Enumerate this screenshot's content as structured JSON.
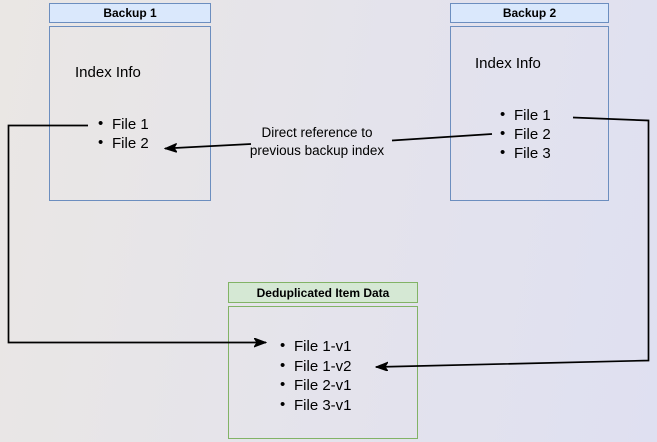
{
  "colors": {
    "blue_fill": "#dae8fc",
    "blue_border": "#6c8ebf",
    "green_fill": "#d5e8d4",
    "green_border": "#82b366",
    "arrow": "#000000"
  },
  "backup1": {
    "title": "Backup 1",
    "section_label": "Index Info",
    "files": [
      "File 1",
      "File 2"
    ]
  },
  "backup2": {
    "title": "Backup 2",
    "section_label": "Index Info",
    "files": [
      "File 1",
      "File 2",
      "File 3"
    ]
  },
  "dedup_store": {
    "title": "Deduplicated Item Data",
    "files": [
      "File 1-v1",
      "File 1-v2",
      "File 2-v1",
      "File 3-v1"
    ]
  },
  "edge_label": {
    "line1": "Direct reference to",
    "line2": "previous backup index"
  },
  "bullet_glyph": "•"
}
